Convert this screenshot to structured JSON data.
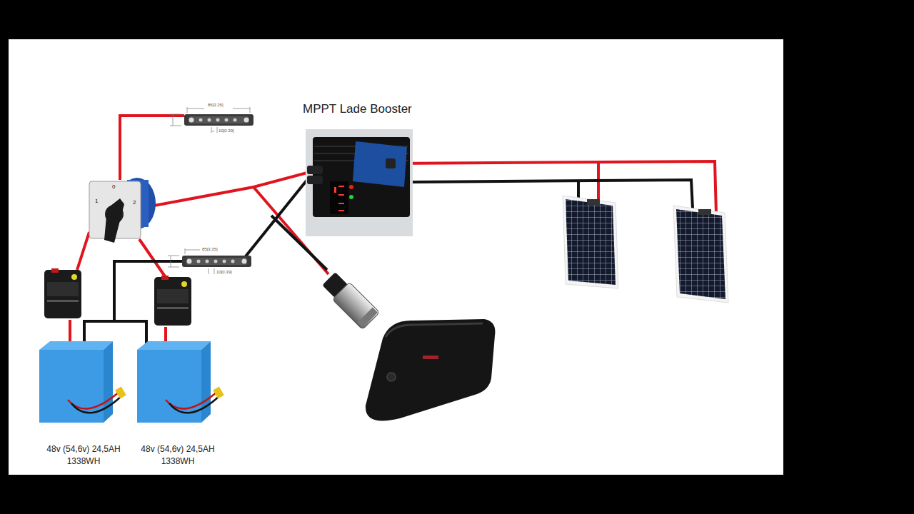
{
  "diagram": {
    "nodes": [
      {
        "text": [
          "MPPT Lade Booster"
        ]
      },
      {
        "text": [
          "48v (54,6v) 24,5AH 1338WH"
        ]
      },
      {
        "text": [
          "48v (54,6v) 24,5AH 1338WH"
        ]
      }
    ],
    "labels": [
      "85[3.35]",
      "10[0.39]",
      "0",
      "1",
      "2",
      "85[3.35]",
      "10[0.39]"
    ]
  }
}
